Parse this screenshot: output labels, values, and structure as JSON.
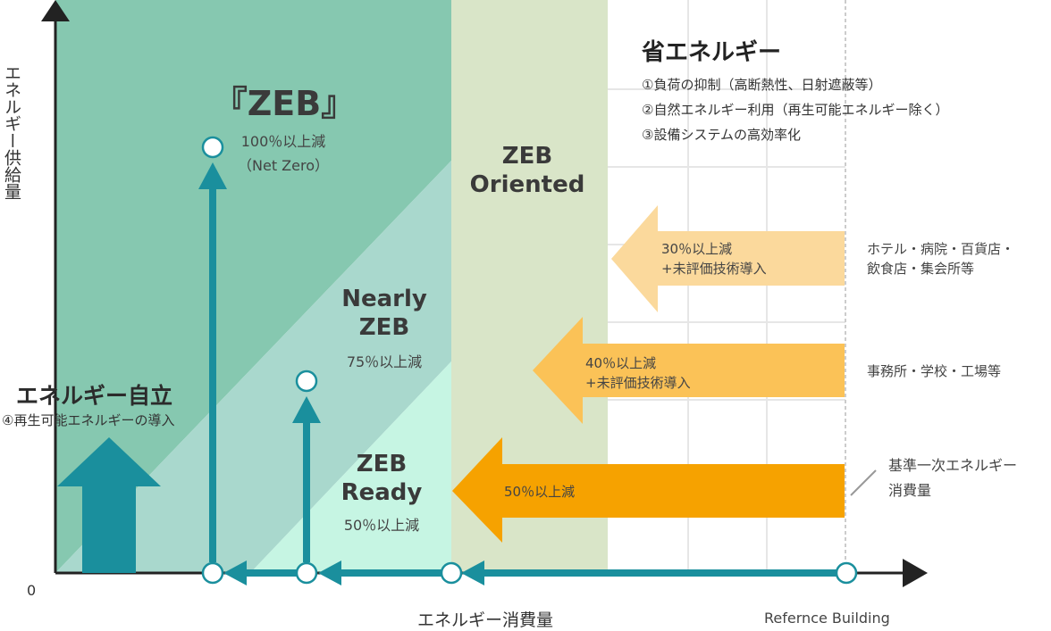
{
  "axes": {
    "y_label": "エネルギー供給量",
    "x_label": "エネルギー消費量",
    "origin": "0",
    "reference": "Refernce Building"
  },
  "zones": {
    "zeb": {
      "title": "『ZEB』",
      "reduction": "100％以上減",
      "note": "（Net Zero）"
    },
    "nearly": {
      "title_line1": "Nearly",
      "title_line2": "ZEB",
      "reduction": "75％以上減"
    },
    "ready": {
      "title_line1": "ZEB",
      "title_line2": "Ready",
      "reduction": "50％以上減"
    },
    "oriented": {
      "title_line1": "ZEB",
      "title_line2": "Oriented"
    }
  },
  "energy_saving": {
    "title": "省エネルギー",
    "items": [
      "①負荷の抑制（高断熱性、日射遮蔽等）",
      "②自然エネルギー利用（再生可能エネルギー除く）",
      "③設備システムの高効率化"
    ]
  },
  "energy_independence": {
    "title": "エネルギー自立",
    "item": "④再生可能エネルギーの導入"
  },
  "reduction_arrows": [
    {
      "line1": "30％以上減",
      "line2": "+未評価技術導入",
      "targets_line1": "ホテル・病院・百貨店・",
      "targets_line2": "飲食店・集会所等",
      "color": "#fbd99c"
    },
    {
      "line1": "40％以上減",
      "line2": "+未評価技術導入",
      "targets_line1": "事務所・学校・工場等",
      "targets_line2": "",
      "color": "#fbc257"
    },
    {
      "line1": "50％以上減",
      "line2": "",
      "targets_line1": "",
      "targets_line2": "",
      "color": "#f6a200"
    }
  ],
  "reference_callout": {
    "line1": "基準一次エネルギー",
    "line2": "消費量"
  },
  "colors": {
    "zeb_zone": "#86c8b0",
    "nearly_zone": "#a9d8cd",
    "ready_zone": "#c6f5e3",
    "oriented_zone": "#d9e5c8",
    "teal": "#1a8f9d"
  }
}
